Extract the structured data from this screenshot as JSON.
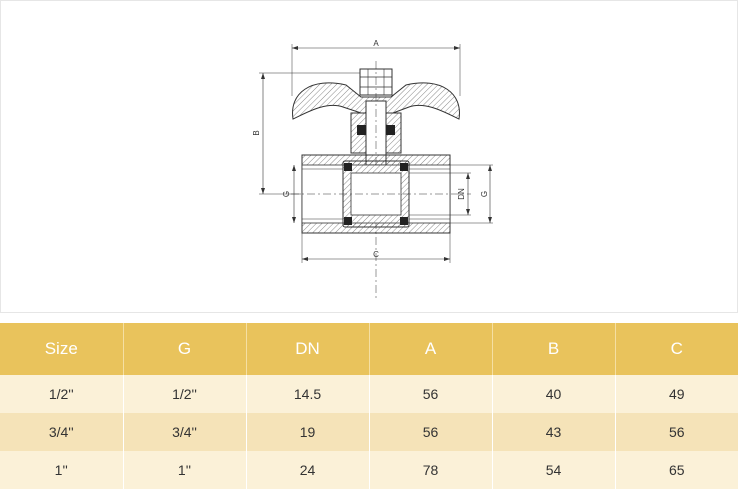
{
  "drawing": {
    "label_a": "A",
    "label_b": "B",
    "label_c": "C",
    "label_g_left": "G",
    "label_g_right": "G",
    "label_dn": "DN"
  },
  "table": {
    "headers": [
      "Size",
      "G",
      "DN",
      "A",
      "B",
      "C"
    ],
    "rows": [
      [
        "1/2''",
        "1/2''",
        "14.5",
        "56",
        "40",
        "49"
      ],
      [
        "3/4''",
        "3/4''",
        "19",
        "56",
        "43",
        "56"
      ],
      [
        "1''",
        "1''",
        "24",
        "78",
        "54",
        "65"
      ]
    ]
  },
  "colors": {
    "header_bg": "#e9c35c",
    "row_light": "#fbf1d8",
    "row_dark": "#f5e3b8"
  }
}
